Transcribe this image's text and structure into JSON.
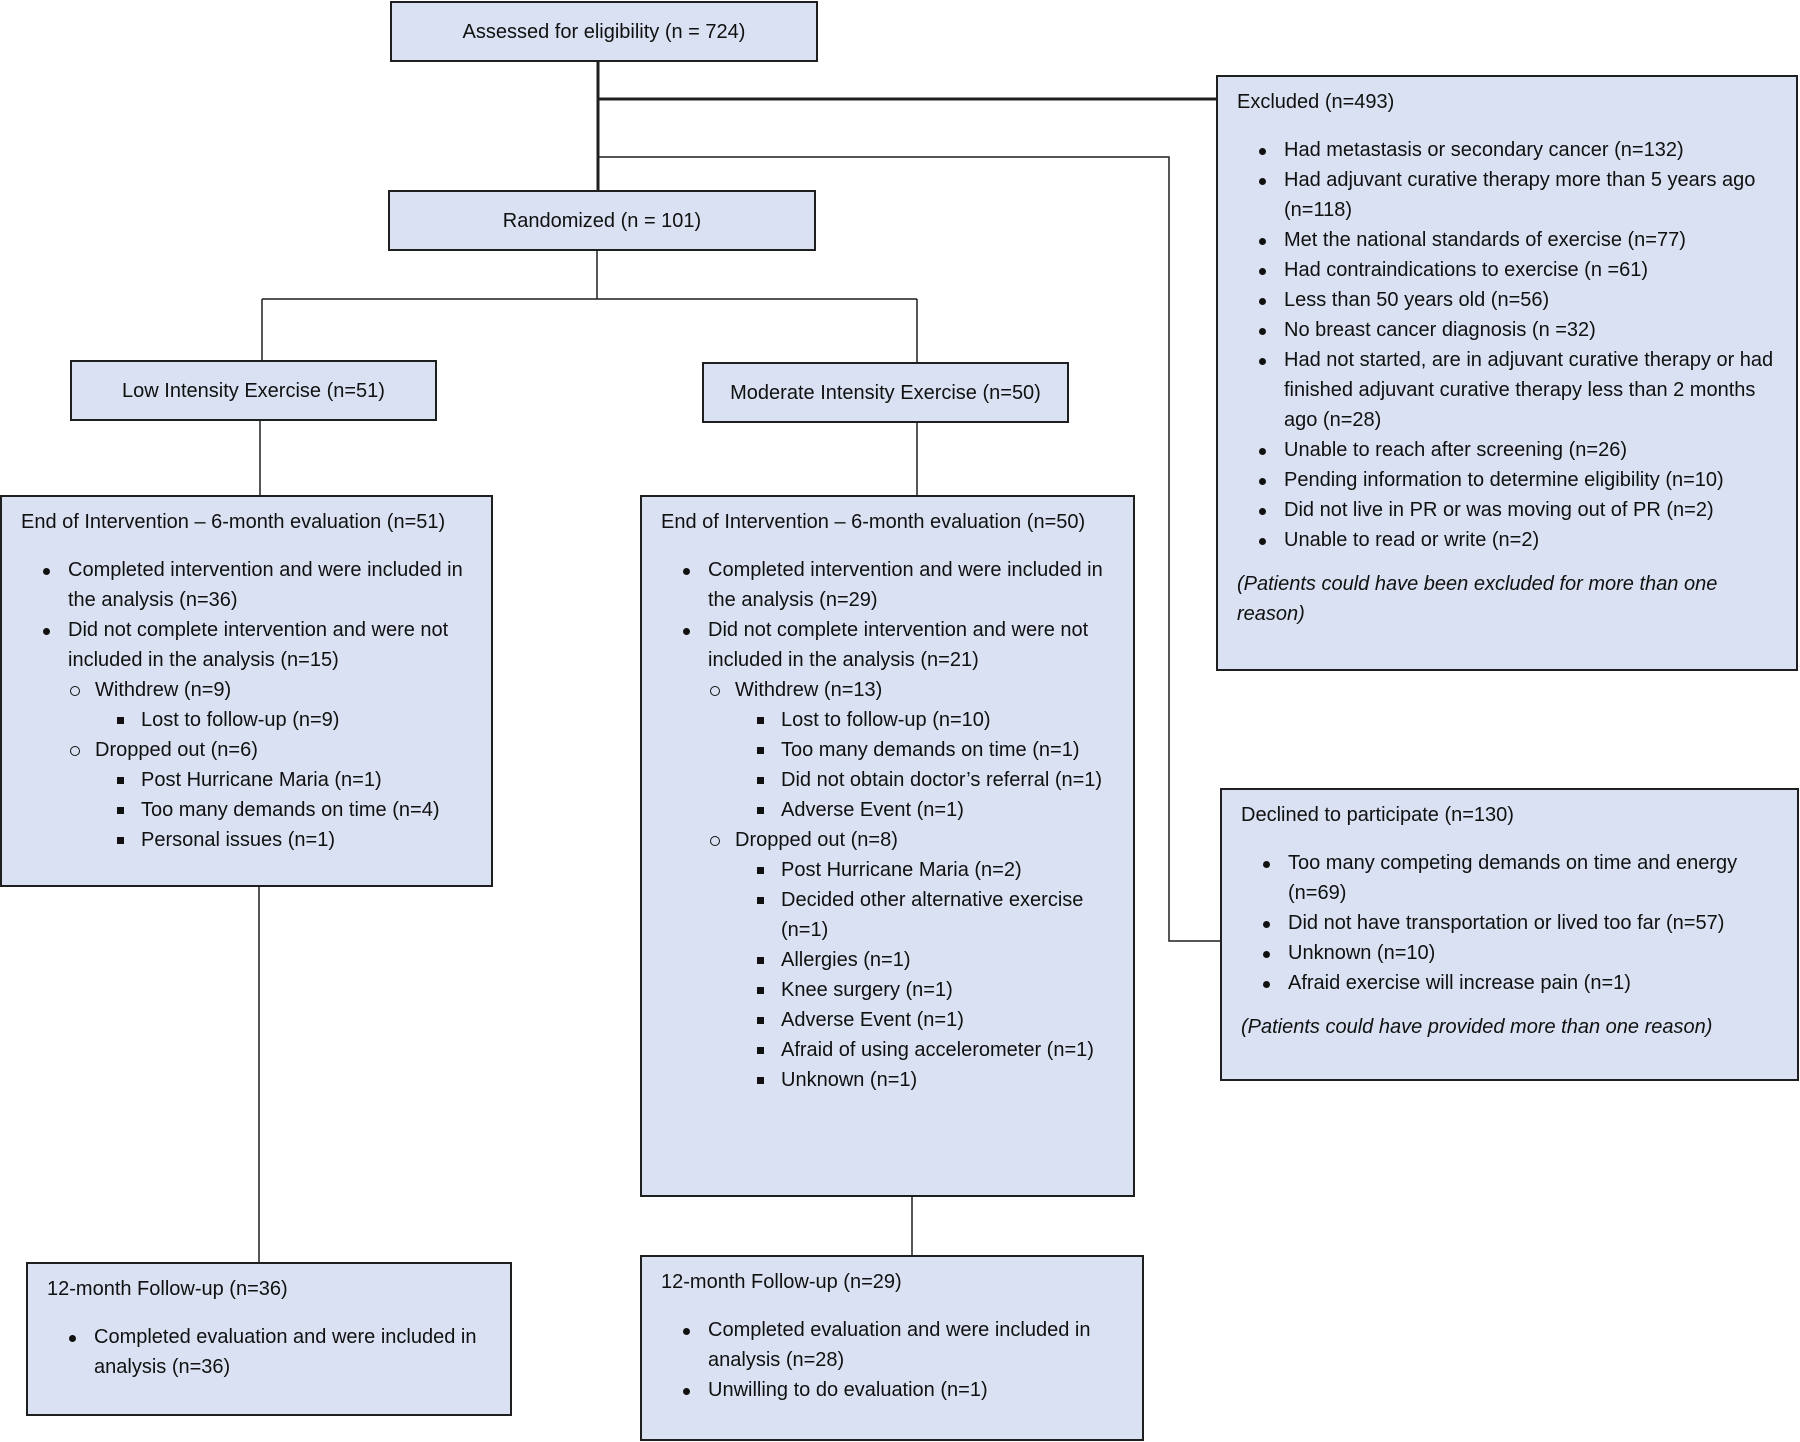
{
  "diagram": {
    "assessed": "Assessed for eligibility (n = 724)",
    "randomized": "Randomized (n = 101)",
    "low_arm": "Low Intensity Exercise (n=51)",
    "moderate_arm": "Moderate Intensity Exercise (n=50)",
    "excluded": {
      "title": "Excluded (n=493)",
      "items": [
        "Had metastasis or secondary cancer (n=132)",
        "Had adjuvant curative therapy more than 5 years ago (n=118)",
        "Met the national standards of exercise (n=77)",
        "Had contraindications to exercise (n =61)",
        "Less than 50 years old (n=56)",
        "No breast cancer diagnosis (n =32)",
        "Had not started, are in adjuvant curative therapy or had finished adjuvant curative therapy less than 2 months ago (n=28)",
        "Unable to reach after screening (n=26)",
        "Pending information to determine eligibility (n=10)",
        "Did not live in PR or was moving out of PR (n=2)",
        "Unable to read or write (n=2)"
      ],
      "note": "(Patients could have been excluded for more than one reason)"
    },
    "declined": {
      "title": "Declined to participate (n=130)",
      "items": [
        "Too many competing demands on time and energy (n=69)",
        "Did not have transportation or lived too far (n=57)",
        "Unknown (n=10)",
        "Afraid exercise will increase pain (n=1)"
      ],
      "note": "(Patients could have provided more than one reason)"
    },
    "low_eoi": {
      "title": "End of Intervention – 6-month evaluation (n=51)",
      "completed": "Completed intervention and were included in the analysis (n=36)",
      "not_completed": "Did not complete intervention and were not included in the analysis (n=15)",
      "withdrew": "Withdrew (n=9)",
      "withdrew_items": [
        "Lost to follow-up (n=9)"
      ],
      "dropped": "Dropped out (n=6)",
      "dropped_items": [
        "Post Hurricane Maria (n=1)",
        "Too many demands on time (n=4)",
        "Personal issues (n=1)"
      ]
    },
    "mod_eoi": {
      "title": "End of Intervention – 6-month evaluation (n=50)",
      "completed": "Completed intervention and were included in the analysis (n=29)",
      "not_completed": "Did not complete intervention and were not included in the analysis (n=21)",
      "withdrew": "Withdrew (n=13)",
      "withdrew_items": [
        "Lost to follow-up (n=10)",
        "Too many demands on time (n=1)",
        "Did not obtain doctor’s referral (n=1)",
        "Adverse Event (n=1)"
      ],
      "dropped": "Dropped out (n=8)",
      "dropped_items": [
        "Post Hurricane Maria (n=2)",
        "Decided other alternative exercise (n=1)",
        "Allergies (n=1)",
        "Knee surgery (n=1)",
        "Adverse Event (n=1)",
        "Afraid of using accelerometer (n=1)",
        "Unknown (n=1)"
      ]
    },
    "low_fu": {
      "title": "12-month Follow-up (n=36)",
      "items": [
        "Completed evaluation and were included in analysis (n=36)"
      ]
    },
    "mod_fu": {
      "title": "12-month Follow-up (n=29)",
      "items": [
        "Completed evaluation and were included in analysis (n=28)",
        "Unwilling to do evaluation (n=1)"
      ]
    }
  }
}
